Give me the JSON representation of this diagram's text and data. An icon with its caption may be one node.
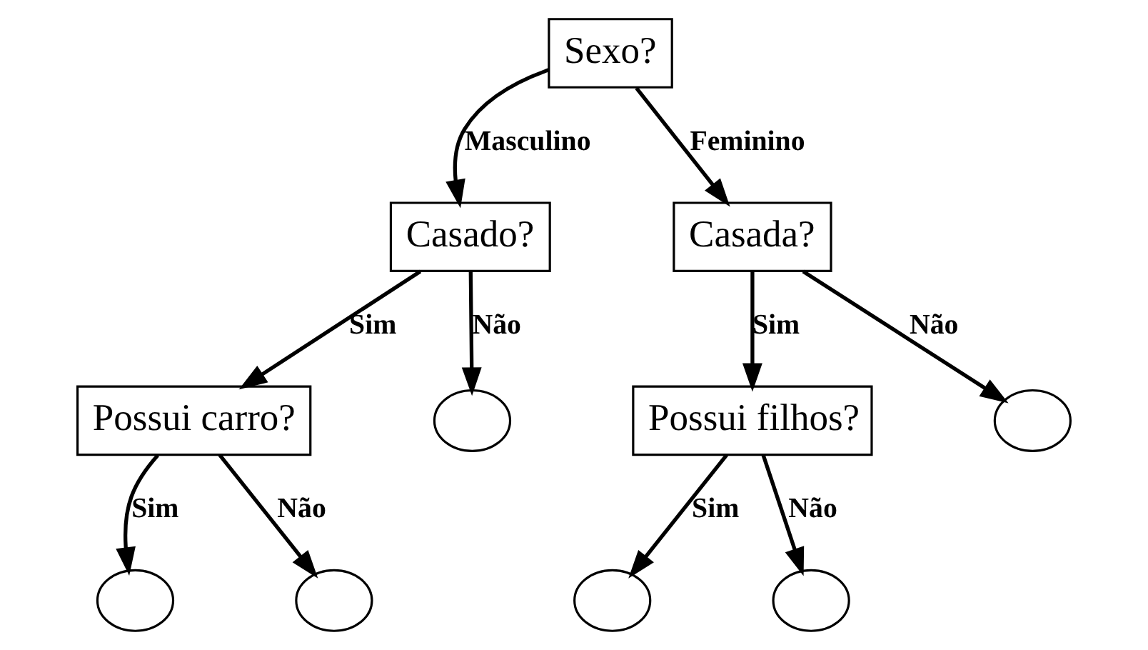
{
  "diagram": {
    "nodes": [
      {
        "text": [
          "Sexo?"
        ]
      },
      {
        "text": [
          "Casado?"
        ]
      },
      {
        "text": [
          "Casada?"
        ]
      },
      {
        "text": [
          "Possui carro?"
        ]
      },
      {
        "text": [],
        "shape": "circle"
      },
      {
        "text": [
          "Possui filhos?"
        ]
      },
      {
        "text": [],
        "shape": "circle"
      },
      {
        "text": [],
        "shape": "circle"
      },
      {
        "text": [],
        "shape": "circle"
      },
      {
        "text": [],
        "shape": "circle"
      },
      {
        "text": [],
        "shape": "circle"
      }
    ],
    "edges": [
      {
        "from": 0,
        "to": 1,
        "arrow": "to",
        "label": "Masculino"
      },
      {
        "from": 0,
        "to": 2,
        "arrow": "to",
        "label": "Feminino"
      },
      {
        "from": 1,
        "to": 3,
        "arrow": "to",
        "label": "Sim"
      },
      {
        "from": 1,
        "to": 4,
        "arrow": "to",
        "label": "Não"
      },
      {
        "from": 2,
        "to": 5,
        "arrow": "to",
        "label": "Sim"
      },
      {
        "from": 2,
        "to": 6,
        "arrow": "to",
        "label": "Não"
      },
      {
        "from": 3,
        "to": 7,
        "arrow": "to",
        "label": "Sim"
      },
      {
        "from": 3,
        "to": 8,
        "arrow": "to",
        "label": "Não"
      },
      {
        "from": 5,
        "to": 9,
        "arrow": "to",
        "label": "Sim"
      },
      {
        "from": 5,
        "to": 10,
        "arrow": "to",
        "label": "Não"
      }
    ]
  }
}
